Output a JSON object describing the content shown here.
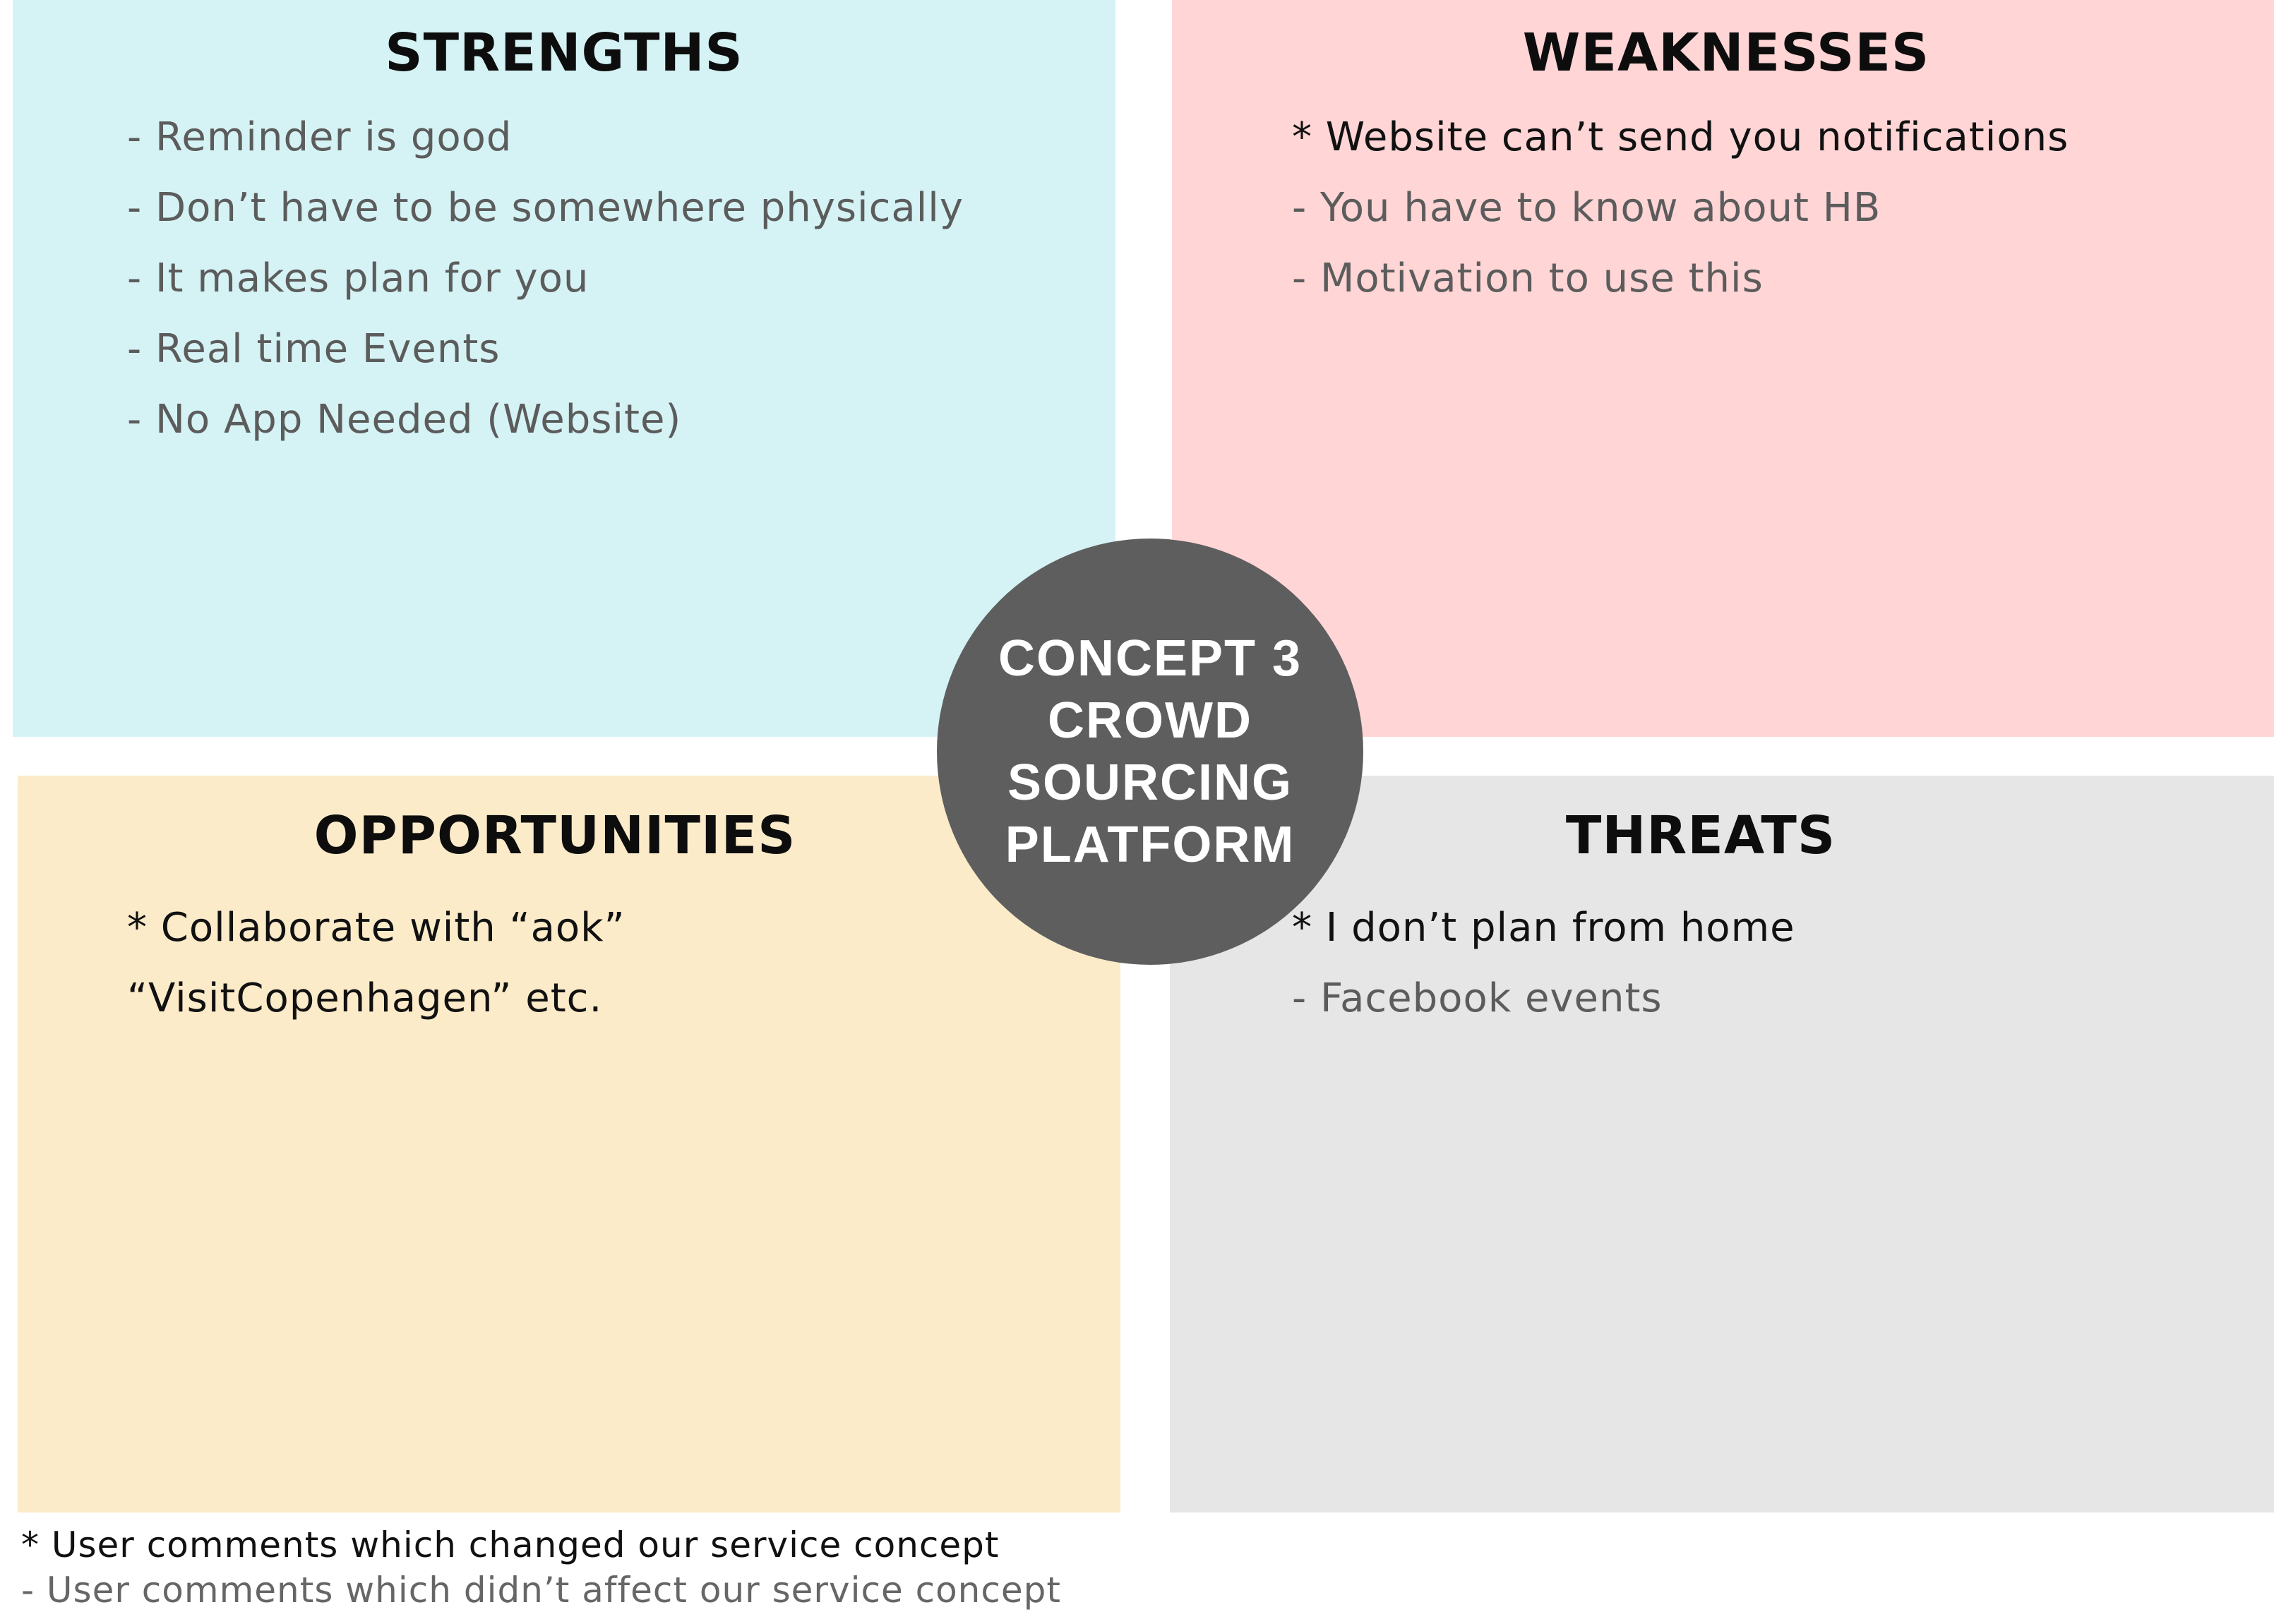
{
  "colors": {
    "strengths_bg": "#d5f3f5",
    "weaknesses_bg": "#ffd5d6",
    "opportunities_bg": "#fcebc9",
    "threats_bg": "#e6e6e6",
    "circle_bg": "#5e5e5e",
    "minor_text": "#5c5c5c",
    "major_text": "#111111"
  },
  "strengths": {
    "title": "STRENGTHS",
    "items": [
      {
        "text": "- Reminder is good",
        "kind": "minor"
      },
      {
        "text": "- Don’t have to be somewhere physically",
        "kind": "minor"
      },
      {
        "text": "- It makes plan for you",
        "kind": "minor"
      },
      {
        "text": "- Real time Events",
        "kind": "minor"
      },
      {
        "text": "- No App Needed (Website)",
        "kind": "minor"
      }
    ]
  },
  "weaknesses": {
    "title": "WEAKNESSES",
    "items": [
      {
        "text": "* Website can’t send you notifications",
        "kind": "major"
      },
      {
        "text": "- You have to know about HB",
        "kind": "minor"
      },
      {
        "text": "- Motivation to use this",
        "kind": "minor"
      }
    ]
  },
  "opportunities": {
    "title": "OPPORTUNITIES",
    "items": [
      {
        "text": "* Collaborate with “aok”",
        "kind": "major"
      },
      {
        "text": "“VisitCopenhagen” etc.",
        "kind": "major"
      }
    ]
  },
  "threats": {
    "title": "THREATS",
    "items": [
      {
        "text": "* I don’t plan from home",
        "kind": "major"
      },
      {
        "text": "- Facebook events",
        "kind": "minor"
      }
    ]
  },
  "center": {
    "lines": [
      "CONCEPT 3",
      "CROWD",
      "SOURCING",
      "PLATFORM"
    ]
  },
  "legend": {
    "major": "* User comments which changed our service concept",
    "minor": "- User comments which didn’t affect our service concept"
  }
}
